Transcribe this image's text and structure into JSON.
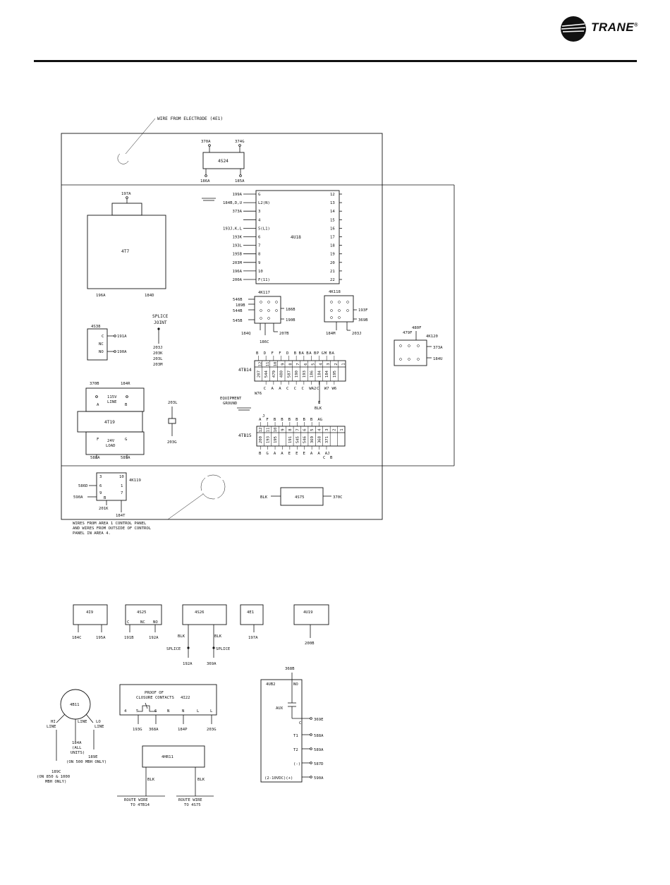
{
  "header": {
    "brand": "TRANE",
    "registered_mark": "®"
  },
  "panel": {
    "electrode_note": "WIRE FROM ELECTRODE (4E1)",
    "area1_note": [
      "WIRES FROM AREA 1 CONTROL PANEL",
      "AND WIRES FROM OUTSIDE OF CONTROL",
      "PANEL IN AREA 4."
    ],
    "s24": {
      "name": "4S24",
      "top": [
        "370A",
        "374G"
      ],
      "bottom": [
        "186A",
        "185A"
      ]
    },
    "t7": {
      "name": "4T7",
      "top": "197A",
      "bottom": [
        "196A",
        "184D"
      ]
    },
    "u18": {
      "name": "4U18",
      "left_wires": [
        "199A",
        "184B,D,U",
        "373A",
        "",
        "193J,K,L",
        "193K",
        "193L",
        "195B",
        "203M",
        "196A",
        "200A"
      ],
      "left_pins": [
        "G",
        "L2(N)",
        "3",
        "4",
        "5(L1)",
        "6",
        "7",
        "8",
        "9",
        "10",
        "F(11)"
      ],
      "right_pins": [
        "12",
        "13",
        "14",
        "15",
        "16",
        "17",
        "18",
        "19",
        "20",
        "21",
        "22"
      ]
    },
    "s38": {
      "name": "4S38",
      "pins": [
        "C",
        "NC",
        "NO"
      ],
      "wires": [
        "191A",
        "190A"
      ]
    },
    "splice": {
      "label": [
        "SPLICE",
        "JOINT"
      ],
      "wires": [
        "203J",
        "203K",
        "203L",
        "203M"
      ]
    },
    "k117": {
      "name": "4K117",
      "left": [
        "546B",
        "189B",
        "544B",
        "545B"
      ],
      "right": [
        "186B",
        "190B"
      ],
      "bottom": [
        "184Q",
        "186C",
        "207B"
      ]
    },
    "k118": {
      "name": "4K118",
      "right": [
        "193F",
        "369B"
      ],
      "bottom": [
        "184M",
        "203J"
      ]
    },
    "k120": {
      "name": "4K120",
      "top": [
        "480F",
        "479F"
      ],
      "right": [
        "373A",
        "184U"
      ]
    },
    "tb14": {
      "name": "4TB14",
      "top": [
        "B",
        "D",
        "F",
        "F",
        "D",
        "B\nB",
        "A\nB",
        "A\nB",
        "P\nG",
        "M\nB",
        "A"
      ],
      "terms": [
        "12",
        "11",
        "10",
        "9",
        "8",
        "7",
        "6",
        "5",
        "4",
        "3",
        "2",
        "1"
      ],
      "wires": [
        "207",
        "544",
        "479",
        "480",
        "587",
        "190",
        "193",
        "186",
        "184",
        "184",
        "195"
      ],
      "bottom": [
        "W76",
        "C",
        "A",
        "A",
        "C",
        "C",
        "C",
        "WA2",
        "C",
        "W7",
        "W6"
      ],
      "tail": [
        "E",
        "BLK",
        "&"
      ]
    },
    "ground": [
      "EQUIPMENT",
      "GROUND"
    ],
    "t19": {
      "name": "4T19",
      "top_wires": [
        "370B",
        "184R"
      ],
      "line": [
        "115V",
        "LINE"
      ],
      "load": [
        "24V",
        "LOAD"
      ],
      "top_pins": [
        "A",
        "B"
      ],
      "bot_pins": [
        "F",
        "G"
      ],
      "bottom": [
        "588A",
        "589A"
      ]
    },
    "fuse": {
      "top": "203L",
      "bottom": "203G"
    },
    "tb15": {
      "name": "4TB15",
      "top": [
        "A",
        "F",
        "B",
        "B",
        "B",
        "B",
        "B",
        "B",
        "AG"
      ],
      "j": "J",
      "terms": [
        "12",
        "11",
        "10",
        "9",
        "8",
        "7",
        "6",
        "5",
        "4",
        "3",
        "2",
        "1"
      ],
      "wires": [
        "200",
        "193",
        "195",
        "",
        "191",
        "545",
        "546",
        "369",
        "368",
        "371"
      ],
      "bottom": [
        "B",
        "G",
        "A",
        "A",
        "E",
        "E",
        "E",
        "A",
        "A",
        "AJ"
      ],
      "bottom2": [
        "C",
        "B"
      ]
    },
    "k119": {
      "name": "4K119",
      "pins": [
        "3",
        "10",
        "6",
        "1",
        "9",
        "7",
        "B"
      ],
      "left": [
        "586D",
        "590A"
      ],
      "bottom": [
        "201K",
        "184T"
      ]
    },
    "s75": {
      "name": "4S75",
      "left": "BLK",
      "right": "370C"
    }
  },
  "lower": {
    "i9": {
      "name": "4I9",
      "wires": [
        "184C",
        "195A"
      ]
    },
    "s25": {
      "name": "4S25",
      "pins": [
        "C",
        "NC",
        "NO"
      ],
      "wires": [
        "191B",
        "192A"
      ]
    },
    "s26": {
      "name": "4S26",
      "blk": [
        "BLK",
        "BLK"
      ],
      "splice": [
        "SPLICE",
        "SPLICE"
      ],
      "wires": [
        "192A",
        "369A"
      ]
    },
    "e1": {
      "name": "4E1",
      "wire": "197A"
    },
    "u19": {
      "name": "4U19",
      "wire": "200B"
    },
    "b11": {
      "name": "4B11",
      "lines": [
        "HI",
        "LINE",
        "LINE",
        "LO",
        "LINE"
      ],
      "wire_184A": [
        "184A",
        "(ALL",
        "UNITS)"
      ],
      "wire_189E": [
        "189E",
        "(ON 500 MBH ONLY)"
      ],
      "wire_189C": [
        "189C",
        "(ON 850 & 1000",
        "MBH ONLY)"
      ]
    },
    "i22": {
      "name": "4I22",
      "title": [
        "PROOF OF",
        "CLOSURE CONTACTS"
      ],
      "pins": [
        "4",
        "5",
        "6",
        "N",
        "N",
        "L",
        "L"
      ],
      "wires": [
        "193G",
        "368A",
        "184P",
        "203G"
      ]
    },
    "hr11": {
      "name": "4HR11",
      "blk": [
        "BLK",
        "BLK"
      ],
      "route1": [
        "ROUTE WIRE",
        "TO 4TB14"
      ],
      "route2": [
        "ROUTE WIRE",
        "TO 4S75"
      ]
    },
    "ub2": {
      "name": "4UB2",
      "top": "368B",
      "no": "NO",
      "aux": "AUX",
      "c": "C",
      "pins": [
        "T1",
        "T2",
        "(-)",
        "(2-10VDC)(+)"
      ],
      "wires": [
        "369E",
        "588A",
        "589A",
        "587D",
        "590A"
      ]
    }
  }
}
